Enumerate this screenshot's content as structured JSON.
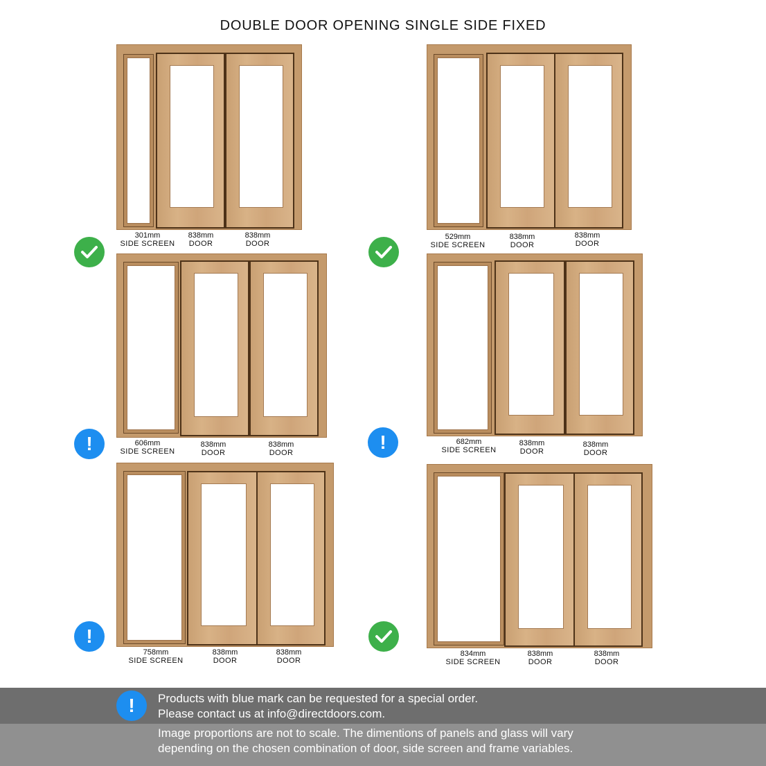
{
  "title": "DOUBLE DOOR OPENING SINGLE SIDE FIXED",
  "colors": {
    "ok": "#3db04a",
    "info": "#1d8ef0",
    "wood": "#c49a6c"
  },
  "panels": [
    {
      "status": "check-icon",
      "screen_label": "301mm",
      "screen_type": "SIDE SCREEN",
      "door1_label": "838mm",
      "door1_type": "DOOR",
      "door2_label": "838mm",
      "door2_type": "DOOR"
    },
    {
      "status": "check-icon",
      "screen_label": "529mm",
      "screen_type": "SIDE SCREEN",
      "door1_label": "838mm",
      "door1_type": "DOOR",
      "door2_label": "838mm",
      "door2_type": "DOOR"
    },
    {
      "status": "exclamation-icon",
      "screen_label": "606mm",
      "screen_type": "SIDE SCREEN",
      "door1_label": "838mm",
      "door1_type": "DOOR",
      "door2_label": "838mm",
      "door2_type": "DOOR"
    },
    {
      "status": "exclamation-icon",
      "screen_label": "682mm",
      "screen_type": "SIDE SCREEN",
      "door1_label": "838mm",
      "door1_type": "DOOR",
      "door2_label": "838mm",
      "door2_type": "DOOR"
    },
    {
      "status": "exclamation-icon",
      "screen_label": "758mm",
      "screen_type": "SIDE SCREEN",
      "door1_label": "838mm",
      "door1_type": "DOOR",
      "door2_label": "838mm",
      "door2_type": "DOOR"
    },
    {
      "status": "check-icon",
      "screen_label": "834mm",
      "screen_type": "SIDE SCREEN",
      "door1_label": "838mm",
      "door1_type": "DOOR",
      "door2_label": "838mm",
      "door2_type": "DOOR"
    }
  ],
  "footer": {
    "legend_icon": "exclamation-icon",
    "line1": "Products with blue mark can be requested for a special order.",
    "line2": "Please contact us at info@directdoors.com.",
    "line3": "Image proportions are not to scale. The dimentions of panels and glass will vary",
    "line4": "depending on the chosen combination of door, side screen and frame variables."
  }
}
